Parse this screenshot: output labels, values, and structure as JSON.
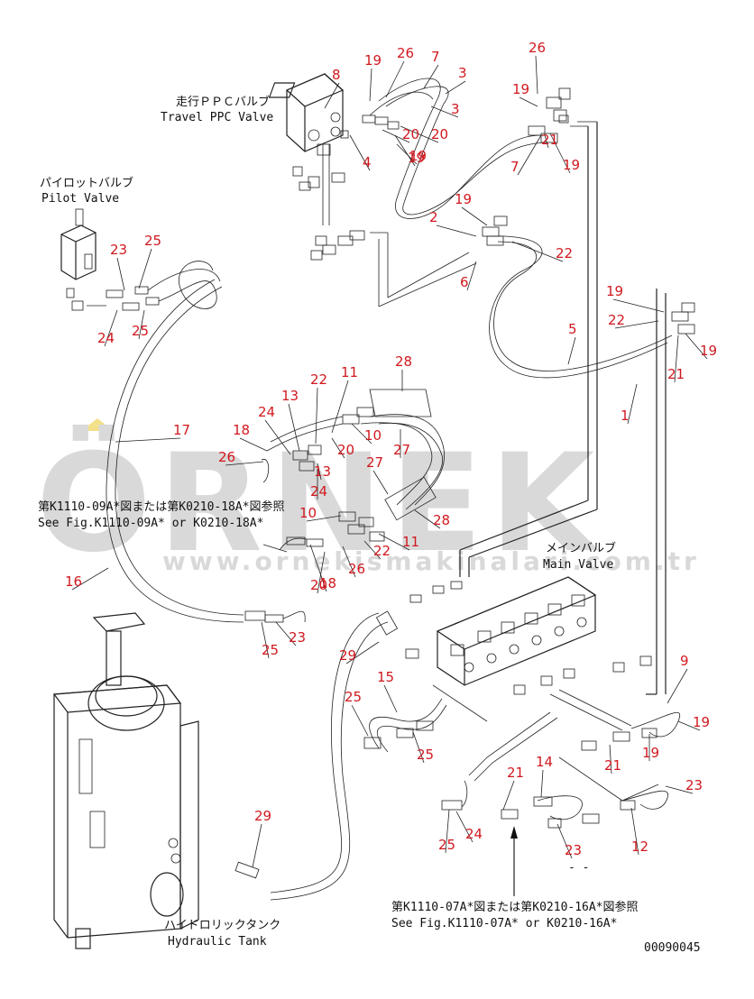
{
  "labels": {
    "travel_ppc_jp": "走行ＰＰＣバルブ",
    "travel_ppc_en": "Travel PPC Valve",
    "pilot_jp": "パイロットバルブ",
    "pilot_en": "Pilot Valve",
    "main_jp": "メインバルブ",
    "main_en": "Main Valve",
    "tank_jp": "ハイドロリックタンク",
    "tank_en": "Hydraulic Tank",
    "ref1_jp": "第K1110-09A*図または第K0210-18A*図参照",
    "ref1_en": "See Fig.K1110-09A* or K0210-18A*",
    "ref2_jp": "第K1110-07A*図または第K0210-16A*図参照",
    "ref2_en": "See Fig.K1110-07A* or K0210-16A*",
    "drawing_no": "00090045",
    "small_mark": "- -"
  },
  "watermark": {
    "brand": "ÖRNEK",
    "url": "www.ornekismakinalari.com.tr"
  },
  "part_numbers": [
    "19",
    "26",
    "7",
    "8",
    "3",
    "3",
    "20",
    "19",
    "4",
    "20",
    "19",
    "26",
    "19",
    "7",
    "19",
    "21",
    "2",
    "22",
    "19",
    "6",
    "23",
    "25",
    "24",
    "25",
    "5",
    "19",
    "22",
    "19",
    "21",
    "1",
    "28",
    "11",
    "22",
    "13",
    "24",
    "18",
    "26",
    "20",
    "10",
    "27",
    "13",
    "24",
    "27",
    "17",
    "10",
    "20",
    "28",
    "11",
    "22",
    "26",
    "18",
    "16",
    "25",
    "23",
    "29",
    "15",
    "25",
    "25",
    "9",
    "19",
    "19",
    "21",
    "14",
    "23",
    "12",
    "21",
    "23",
    "24",
    "25",
    "29"
  ]
}
